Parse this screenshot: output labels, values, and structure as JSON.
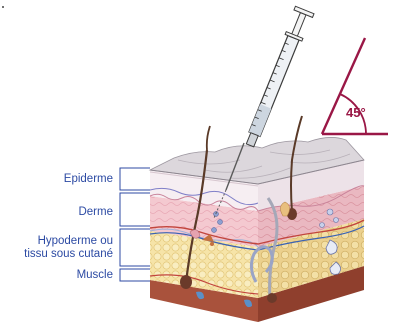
{
  "labels": {
    "epidermis": "Epiderme",
    "dermis": "Derme",
    "hypodermis_line1": "Hypoderme ou",
    "hypodermis_line2": "tissu sous cutané",
    "muscle": "Muscle"
  },
  "angle": "45°",
  "colors": {
    "label_text": "#2c4aa3",
    "angle": "#9a1746",
    "epidermis": "#f3e7ec",
    "dermis": "#f4c7cf",
    "hypodermis": "#f4e2a6",
    "muscle": "#a9523c"
  }
}
